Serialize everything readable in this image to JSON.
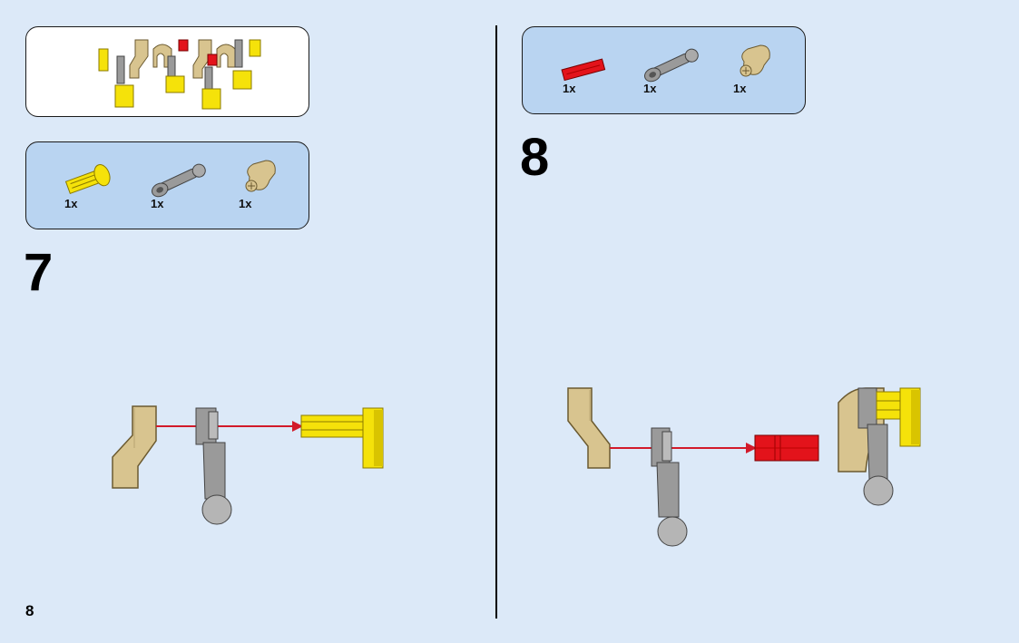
{
  "page": {
    "number": "8"
  },
  "left": {
    "submodel_box": {
      "description": "assembled submodel callout"
    },
    "parts": [
      {
        "name": "yellow-axle-connector",
        "qty": "1x"
      },
      {
        "name": "gray-ball-joint-arm",
        "qty": "1x"
      },
      {
        "name": "tan-angled-connector",
        "qty": "1x"
      }
    ],
    "step_number": "7"
  },
  "right": {
    "parts": [
      {
        "name": "red-axle-pin",
        "qty": "1x"
      },
      {
        "name": "gray-ball-joint-arm",
        "qty": "1x"
      },
      {
        "name": "tan-angled-connector",
        "qty": "1x"
      }
    ],
    "step_number": "8"
  },
  "colors": {
    "background": "#dce9f8",
    "parts_box": "#b9d4f1",
    "tan": "#d8c48f",
    "gray": "#9a9a9a",
    "yellow": "#f5e20a",
    "red": "#e3131b",
    "arrow": "#d21a2a"
  }
}
